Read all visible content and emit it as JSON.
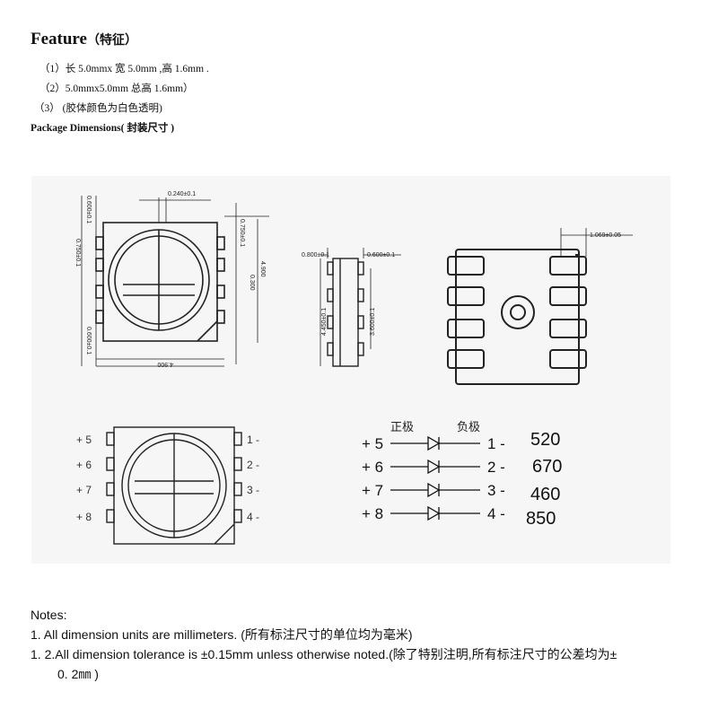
{
  "feature": {
    "title": "Feature",
    "title_zh": "（特征）",
    "items": [
      "（1）长 5.0mmx 宽 5.0mm ,高 1.6mm .",
      "（2）5.0mmx5.0mm 总高 1.6mm）",
      "（3） (胶体颜色为白色透明)"
    ]
  },
  "package_heading": "Package Dimensions( 封装尺寸 )",
  "figure": {
    "dims": {
      "top_width": "0.240±0.1",
      "left_top": "0.600±0.1",
      "left_mid": "0.750±0.1",
      "left_bottom": "0.600±0.1",
      "right_top": "0.750±0.1",
      "right_height": "4.900",
      "right_inner": "0.300",
      "bottom_width": "4.900",
      "side_left": "0.800±0.1",
      "side_right": "0.600±0.1",
      "side_height": "4.450±0.1",
      "side_pitch": "3.600±0.1",
      "bottom_pad": "1.069±0.05"
    },
    "pins_left": [
      "+ 5",
      "+ 6",
      "+ 7",
      "+ 8"
    ],
    "pins_right": [
      "1 -",
      "2 -",
      "3 -",
      "4 -"
    ],
    "positive_label": "正极",
    "negative_label": "负极",
    "diodes": [
      {
        "plus": "+ 5",
        "minus": "1 -",
        "wavelength": "520"
      },
      {
        "plus": "+ 6",
        "minus": "2 -",
        "wavelength": "670"
      },
      {
        "plus": "+ 7",
        "minus": "3 -",
        "wavelength": "460"
      },
      {
        "plus": "+ 8",
        "minus": "4 -",
        "wavelength": "850"
      }
    ]
  },
  "notes": {
    "title": "Notes:",
    "note1": "1. All dimension units are millimeters. (所有标注尺寸的单位均为毫米)",
    "note2": "1.     2.All dimension tolerance is ±0.15mm unless otherwise noted.(除了特别注明,所有标注尺寸的公差均为±",
    "note2_cont": "0. 2㎜ )"
  }
}
